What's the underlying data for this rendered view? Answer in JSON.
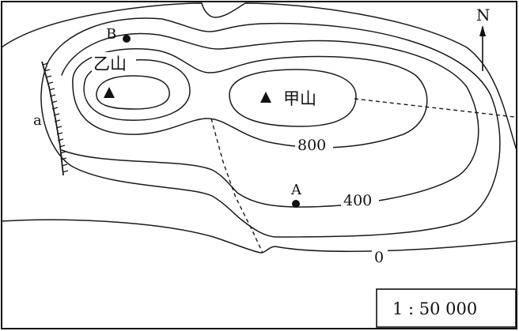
{
  "north_label": "N",
  "scale_label": "1 : 50 000",
  "peaks": {
    "jia": "甲山",
    "yi": "乙山"
  },
  "points": {
    "a": "A",
    "b": "B",
    "cliff": "a"
  },
  "contour_labels": {
    "c800": "800",
    "c400": "400",
    "c0": "0"
  }
}
